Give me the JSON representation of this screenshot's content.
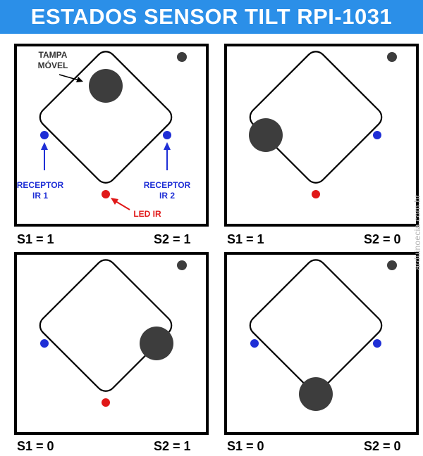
{
  "title": "ESTADOS SENSOR TILT RPI-1031",
  "watermark": "arduinoecia.com.br",
  "labels": {
    "tampa_line1": "TAMPA",
    "tampa_line2": "MÓVEL",
    "receptor1_line1": "RECEPTOR",
    "receptor1_line2": "IR 1",
    "receptor2_line1": "RECEPTOR",
    "receptor2_line2": "IR 2",
    "led": "LED IR"
  },
  "states": [
    {
      "s1": "S1 = 1",
      "s2": "S2 = 1",
      "ball_position": "top"
    },
    {
      "s1": "S1 = 1",
      "s2": "S2 = 0",
      "ball_position": "left"
    },
    {
      "s1": "S1 = 0",
      "s2": "S2 = 1",
      "ball_position": "right"
    },
    {
      "s1": "S1 = 0",
      "s2": "S2 = 0",
      "ball_position": "bottom"
    }
  ],
  "colors": {
    "header_bg": "#2b8fe8",
    "receptor": "#1f2fd6",
    "led": "#e01818",
    "ball": "#3d3d3d",
    "tampa_label": "#333333"
  }
}
